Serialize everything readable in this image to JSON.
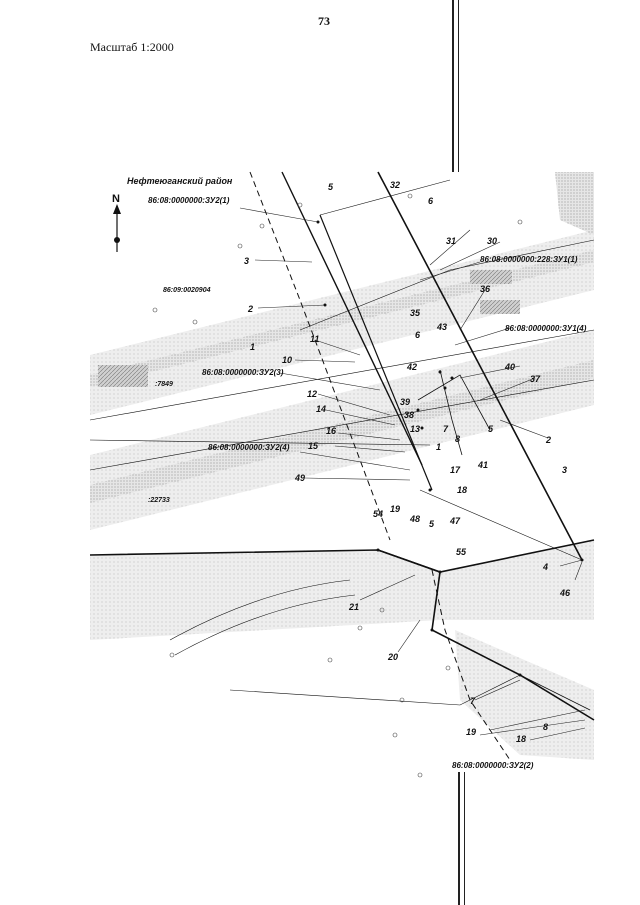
{
  "page_number": "73",
  "scale_text": "Масштаб 1:2000",
  "north_label": "N",
  "district_label": "Нефтеюганский район",
  "parcels": {
    "p1": "86:08:0000000:ЗУ2(1)",
    "p2": "86:08:0000000:228:ЗУ1(1)",
    "p3": "86:09:0020904",
    "p4": "86:08:0000000:ЗУ1(4)",
    "p5": "86:08:0000000:ЗУ2(3)",
    "p6": "86:08:0000000:ЗУ2(4)",
    "p7": "86:08:0000000:ЗУ2(2)",
    "q1": ":7849",
    "q2": ":22733"
  },
  "points": {
    "n5a": "5",
    "n32": "32",
    "n6a": "6",
    "n3a": "3",
    "n31": "31",
    "n30": "30",
    "n2a": "2",
    "n36": "36",
    "n35": "35",
    "n43": "43",
    "n1a": "1",
    "n11": "11",
    "n6b": "6",
    "n10": "10",
    "n42": "42",
    "n40": "40",
    "n37": "37",
    "n12": "12",
    "n39": "39",
    "n38": "38",
    "n14": "14",
    "n13": "13",
    "n7a": "7",
    "n8a": "8",
    "n5b": "5",
    "n16": "16",
    "n1b": "1",
    "n2b": "2",
    "n41": "41",
    "n15": "15",
    "n17": "17",
    "n3b": "3",
    "n49": "49",
    "n18": "18",
    "n19a": "19",
    "n48": "48",
    "n47": "47",
    "n5c": "5",
    "n54": "54",
    "n55": "55",
    "n4": "4",
    "n46": "46",
    "n21": "21",
    "n20": "20",
    "n7b": "7",
    "n8b": "8",
    "n19b": "19",
    "n18b": "18"
  }
}
